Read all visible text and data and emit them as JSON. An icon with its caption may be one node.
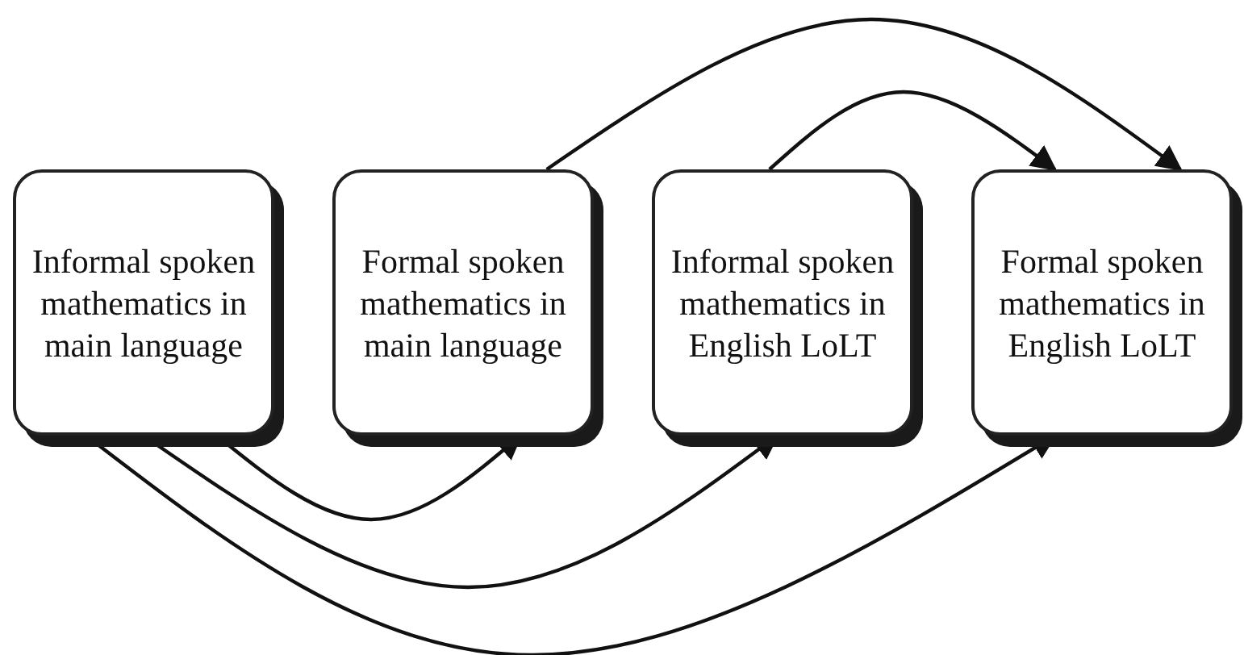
{
  "diagram": {
    "nodes": [
      {
        "text": [
          "Informal spoken mathematics in main language"
        ]
      },
      {
        "text": [
          "Formal spoken mathematics in main language"
        ]
      },
      {
        "text": [
          "Informal spoken mathematics in English LoLT"
        ]
      },
      {
        "text": [
          "Formal spoken mathematics in English LoLT"
        ]
      }
    ],
    "edges": [
      {
        "from": 0,
        "to": 1,
        "arrow": "to"
      },
      {
        "from": 0,
        "to": 2,
        "arrow": "to"
      },
      {
        "from": 0,
        "to": 3,
        "arrow": "to"
      },
      {
        "from": 1,
        "to": 3,
        "arrow": "to"
      },
      {
        "from": 2,
        "to": 3,
        "arrow": "to"
      }
    ]
  }
}
